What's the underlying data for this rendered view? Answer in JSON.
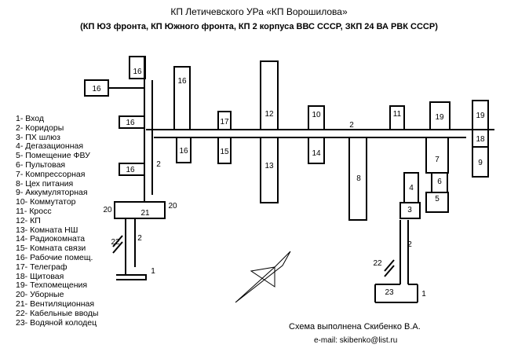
{
  "header": {
    "title": "КП Летичевского УРа «КП Ворошилова»",
    "subtitle": "(КП ЮЗ фронта, КП Южного фронта, КП 2 корпуса ВВС СССР, ЗКП 24 ВА РВК СССР)"
  },
  "legend": [
    "1- Вход",
    "2- Коридоры",
    "3- ПХ шлюз",
    "4- Дегазационная",
    "5- Помещение ФВУ",
    "6- Пультовая",
    "7- Компрессорная",
    "8- Цех питания",
    "9- Аккумуляторная",
    "10- Коммутатор",
    "11- Кросс",
    "12- КП",
    "13- Комната НШ",
    "14- Радиокомната",
    "15- Комната связи",
    "16- Рабочие помещ.",
    "17- Телеграф",
    "18- Щитовая",
    "19- Техпомещения",
    "20- Уборные",
    "21- Вентиляционная",
    "22- Кабельные вводы",
    "23- Водяной колодец"
  ],
  "plan_labels": {
    "r16a": "16",
    "r16b": "16",
    "r16c": "16",
    "r16d": "16",
    "r16e": "16",
    "r16f": "16",
    "r17": "17",
    "r15": "15",
    "r12": "12",
    "r13": "13",
    "r10": "10",
    "r14": "14",
    "r2a": "2",
    "r2b": "2",
    "r2c": "2",
    "r2d": "2",
    "r11": "11",
    "r19a": "19",
    "r19b": "19",
    "r18": "18",
    "r9": "9",
    "r8": "8",
    "r7": "7",
    "r6": "6",
    "r5": "5",
    "r4": "4",
    "r3": "3",
    "r20a": "20",
    "r20b": "20",
    "r21": "21",
    "r22a": "22",
    "r22b": "22",
    "r1a": "1",
    "r1b": "1",
    "r23": "23"
  },
  "footer": {
    "credit": "Схема выполнена Скибенко В.А.",
    "email": "e-mail: skibenko@list.ru"
  }
}
